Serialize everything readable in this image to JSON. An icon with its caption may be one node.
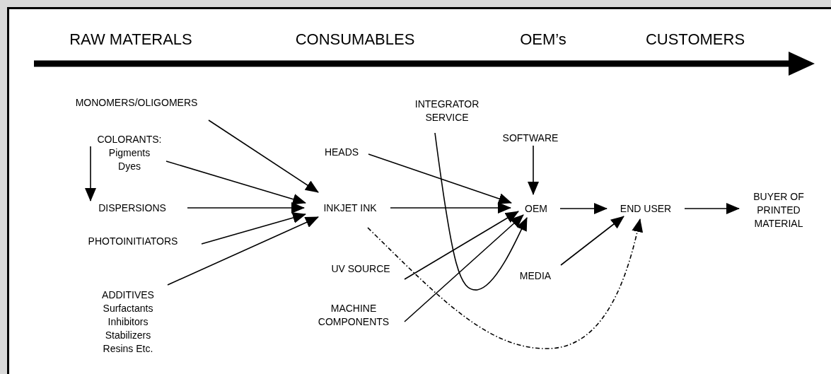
{
  "diagram": {
    "nodes": [
      {
        "text": [
          "MONOMERS/OLIGOMERS"
        ]
      },
      {
        "text": [
          "COLORANTS:",
          "Pigments Dyes"
        ]
      },
      {
        "text": [
          "DISPERSIONS"
        ]
      },
      {
        "text": [
          "PHOTOINITIATORS"
        ]
      },
      {
        "text": [
          "ADDITIVES",
          "Surfactants Inhibitors Stabilizers Resins Etc."
        ]
      },
      {
        "text": [
          "INKJET INK"
        ]
      },
      {
        "text": [
          "HEADS"
        ]
      },
      {
        "text": [
          "INTEGRATOR SERVICE"
        ]
      },
      {
        "text": [
          "SOFTWARE"
        ]
      },
      {
        "text": [
          "UV SOURCE"
        ]
      },
      {
        "text": [
          "MACHINE COMPONENTS"
        ]
      },
      {
        "text": [
          "OEM"
        ]
      },
      {
        "text": [
          "MEDIA"
        ]
      },
      {
        "text": [
          "END USER"
        ]
      },
      {
        "text": [
          "BUYER OF PRINTED MATERIAL"
        ]
      }
    ],
    "edges": [
      {
        "from": 0,
        "to": 5,
        "arrow": "to"
      },
      {
        "from": 1,
        "to": 5,
        "arrow": "to"
      },
      {
        "from": 1,
        "to": 2,
        "arrow": "to"
      },
      {
        "from": 2,
        "to": 5,
        "arrow": "to"
      },
      {
        "from": 3,
        "to": 5,
        "arrow": "to"
      },
      {
        "from": 4,
        "to": 5,
        "arrow": "to"
      },
      {
        "from": 6,
        "to": 11,
        "arrow": "to"
      },
      {
        "from": 5,
        "to": 11,
        "arrow": "to"
      },
      {
        "from": 9,
        "to": 11,
        "arrow": "to"
      },
      {
        "from": 10,
        "to": 11,
        "arrow": "to"
      },
      {
        "from": 7,
        "to": 11,
        "arrow": "to"
      },
      {
        "from": 8,
        "to": 11,
        "arrow": "to"
      },
      {
        "from": 11,
        "to": 13,
        "arrow": "to"
      },
      {
        "from": 12,
        "to": 13,
        "arrow": "to"
      },
      {
        "from": 13,
        "to": 14,
        "arrow": "to"
      },
      {
        "from": 5,
        "to": 13,
        "arrow": "to",
        "style": "dashed"
      }
    ],
    "labels": [
      "RAW MATERALS",
      "CONSUMABLES",
      "OEM’s",
      "CUSTOMERS"
    ]
  }
}
